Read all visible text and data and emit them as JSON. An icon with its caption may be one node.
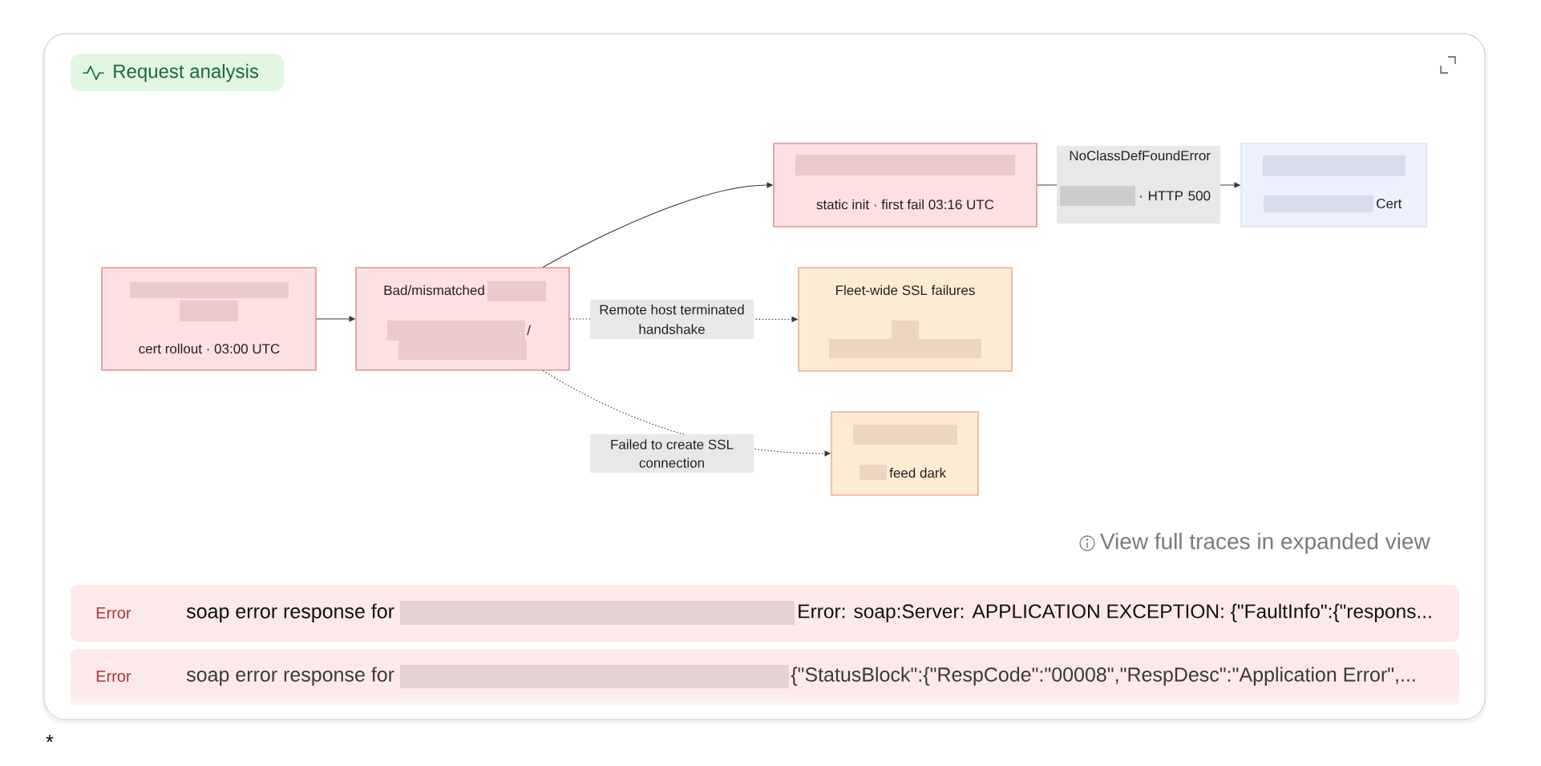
{
  "diagram": {
    "title": "Request analysis",
    "nodes": [
      {
        "text": [
          "cert rollout · 03:00 UTC"
        ]
      },
      {
        "text": [
          "Bad/mismatched",
          "/"
        ]
      },
      {
        "text": [
          "static init · first fail 03:16 UTC"
        ]
      },
      {
        "text": [
          "Cert"
        ]
      },
      {
        "text": [
          "Fleet-wide SSL failures"
        ]
      },
      {
        "text": [
          "feed dark"
        ]
      }
    ],
    "edges": [
      {
        "from": 0,
        "to": 1,
        "arrow": "to"
      },
      {
        "from": 1,
        "to": 2,
        "arrow": "to"
      },
      {
        "from": 2,
        "to": 3,
        "arrow": "to",
        "label": "NoClassDefFoundError · HTTP 500"
      },
      {
        "from": 1,
        "to": 4,
        "arrow": "to",
        "label": "Remote host terminated handshake",
        "style": "dashed"
      },
      {
        "from": 1,
        "to": 5,
        "arrow": "to",
        "label": "Failed to create SSL connection",
        "style": "dashed"
      }
    ],
    "labels": [
      "View full traces in expanded view",
      "Error",
      "soap error response for",
      "Error: soap:Server: APPLICATION EXCEPTION: {\"FaultInfo\":{\"respons...",
      "Error",
      "soap error response for",
      "{\"StatusBlock\":{\"RespCode\":\"00008\",\"RespDesc\":\"Application Error\",...",
      "*"
    ]
  }
}
